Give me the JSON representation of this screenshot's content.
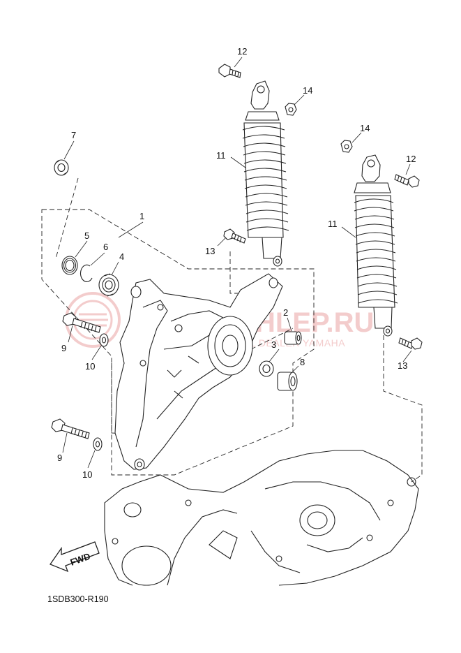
{
  "diagram_code": "1SDB300-R190",
  "fwd_label": "FWD",
  "watermark": {
    "title": "MOTOSHLEP.RU",
    "subtitle": "OFFICIAL DEALER YAMAHA"
  },
  "callouts": {
    "c1": "1",
    "c2": "2",
    "c3": "3",
    "c4": "4",
    "c5": "5",
    "c6": "6",
    "c7": "7",
    "c8": "8",
    "c9a": "9",
    "c9b": "9",
    "c10a": "10",
    "c10b": "10",
    "c11a": "11",
    "c11b": "11",
    "c12a": "12",
    "c12b": "12",
    "c13a": "13",
    "c13b": "13",
    "c14a": "14",
    "c14b": "14"
  }
}
